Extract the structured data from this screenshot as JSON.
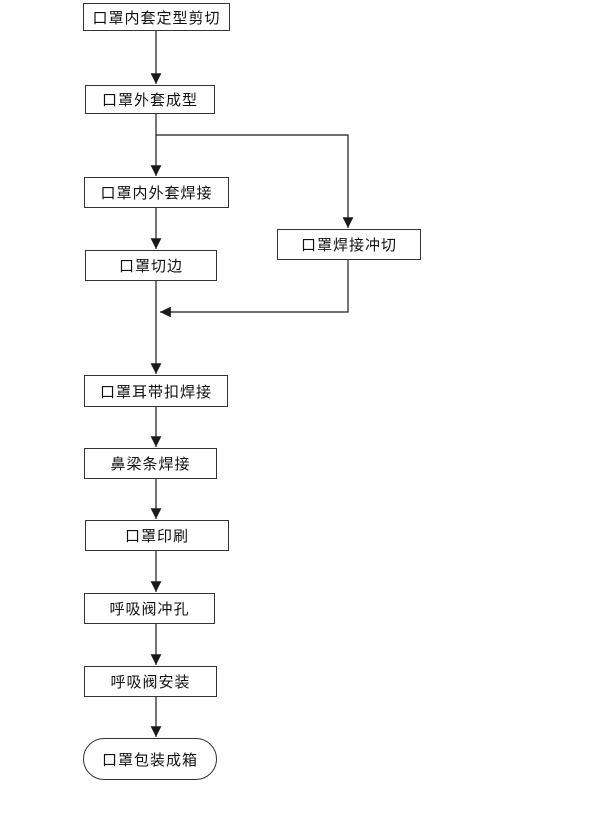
{
  "flow": {
    "nodes": [
      {
        "label": "口罩内套定型剪切",
        "shape": "rect"
      },
      {
        "label": "口罩外套成型",
        "shape": "rect"
      },
      {
        "label": "口罩内外套焊接",
        "shape": "rect"
      },
      {
        "label": "口罩切边",
        "shape": "rect"
      },
      {
        "label": "口罩焊接冲切",
        "shape": "rect"
      },
      {
        "label": "口罩耳带扣焊接",
        "shape": "rect"
      },
      {
        "label": "鼻梁条焊接",
        "shape": "rect"
      },
      {
        "label": "口罩印刷",
        "shape": "rect"
      },
      {
        "label": "呼吸阀冲孔",
        "shape": "rect"
      },
      {
        "label": "呼吸阀安装",
        "shape": "rect"
      },
      {
        "label": "口罩包装成箱",
        "shape": "stadium"
      }
    ],
    "edges": [
      {
        "from": "口罩内套定型剪切",
        "to": "口罩外套成型"
      },
      {
        "from": "口罩外套成型",
        "to": "口罩内外套焊接"
      },
      {
        "from": "口罩外套成型",
        "to": "口罩焊接冲切"
      },
      {
        "from": "口罩内外套焊接",
        "to": "口罩切边"
      },
      {
        "from": "口罩切边",
        "to": "口罩耳带扣焊接"
      },
      {
        "from": "口罩焊接冲切",
        "to": "口罩耳带扣焊接"
      },
      {
        "from": "口罩耳带扣焊接",
        "to": "鼻梁条焊接"
      },
      {
        "from": "鼻梁条焊接",
        "to": "口罩印刷"
      },
      {
        "from": "口罩印刷",
        "to": "呼吸阀冲孔"
      },
      {
        "from": "呼吸阀冲孔",
        "to": "呼吸阀安装"
      },
      {
        "from": "呼吸阀安装",
        "to": "口罩包装成箱"
      }
    ],
    "colors": {
      "border": "#333333",
      "line": "#1a1a1a",
      "background": "#ffffff",
      "text": "#111111"
    }
  }
}
